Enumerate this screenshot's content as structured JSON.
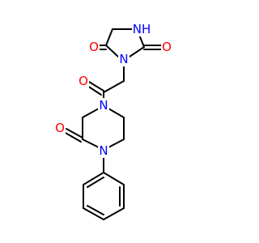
{
  "molecule": {
    "colors": {
      "bond": "#000000",
      "oxygen": "#ff0000",
      "nitrogen": "#0000ff",
      "background": "#ffffff"
    },
    "labels": {
      "o_hydantoin_c4": "O",
      "o_hydantoin_c2": "O",
      "nh_hydantoin": "NH",
      "n_hydantoin": "N",
      "o_acyl": "O",
      "n_piperazine_acyl": "N",
      "o_piperazinone": "O",
      "n_piperazine_phenyl": "N"
    }
  }
}
